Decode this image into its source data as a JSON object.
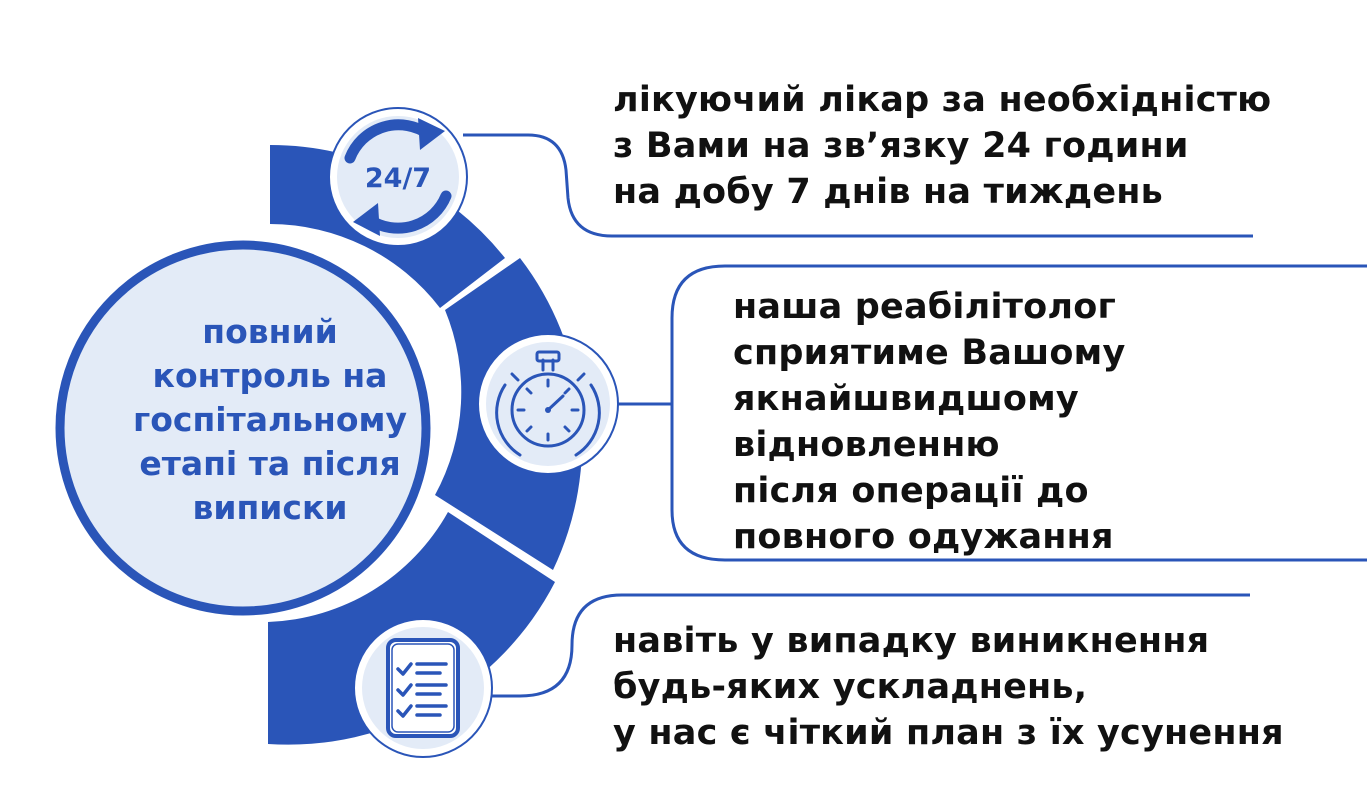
{
  "center": {
    "lines": [
      "повний",
      "контроль на",
      "госпітальному",
      "етапі та після",
      "виписки"
    ]
  },
  "items": [
    {
      "icon": "24-7-cycle-icon",
      "icon_label": "24/7",
      "lines": [
        "лікуючий лікар за необхідністю",
        "з Вами на зв’язку 24 години",
        "на добу 7 днів на тиждень"
      ]
    },
    {
      "icon": "stopwatch-icon",
      "lines": [
        "наша реабілітолог",
        "сприятиме Вашому",
        "якнайшвидшому",
        "відновленню",
        "після операції до",
        "повного одужання"
      ]
    },
    {
      "icon": "checklist-icon",
      "lines": [
        "навіть у випадку виникнення",
        "будь-яких ускладнень,",
        "у нас є чіткий план з їх усунення"
      ]
    }
  ],
  "colors": {
    "primary": "#2a55b8",
    "text": "#111111",
    "background": "#ffffff"
  }
}
